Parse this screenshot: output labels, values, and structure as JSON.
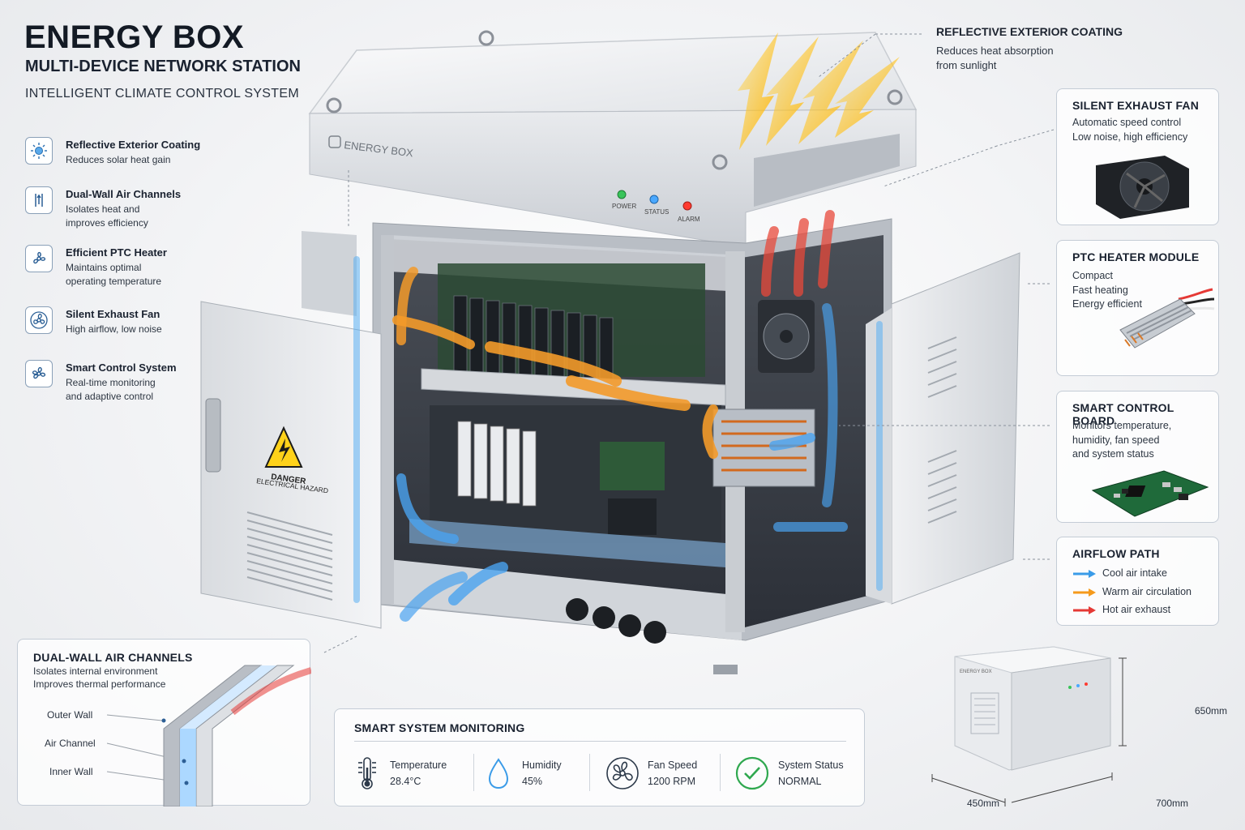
{
  "header": {
    "title": "ENERGY BOX",
    "subtitle": "MULTI-DEVICE NETWORK STATION",
    "tagline": "INTELLIGENT CLIMATE CONTROL SYSTEM"
  },
  "features": [
    {
      "icon": "sun-icon",
      "title": "Reflective Exterior Coating",
      "desc1": "Reduces solar heat gain",
      "desc2": ""
    },
    {
      "icon": "air-channel-icon",
      "title": "Dual-Wall Air Channels",
      "desc1": "Isolates heat and",
      "desc2": "improves efficiency"
    },
    {
      "icon": "heater-icon",
      "title": "Efficient PTC Heater",
      "desc1": "Maintains optimal",
      "desc2": "operating temperature"
    },
    {
      "icon": "fan-icon",
      "title": "Silent Exhaust Fan",
      "desc1": "High airflow, low noise",
      "desc2": ""
    },
    {
      "icon": "control-icon",
      "title": "Smart Control System",
      "desc1": "Real-time monitoring",
      "desc2": "and adaptive control"
    }
  ],
  "reflective": {
    "title": "REFLECTIVE EXTERIOR COATING",
    "desc1": "Reduces heat absorption",
    "desc2": "from sunlight"
  },
  "fan_card": {
    "title": "SILENT EXHAUST FAN",
    "desc1": "Automatic speed control",
    "desc2": "Low noise, high efficiency"
  },
  "ptc_card": {
    "title": "PTC HEATER MODULE",
    "desc1": "Compact",
    "desc2": "Fast heating",
    "desc3": "Energy efficient"
  },
  "board_card": {
    "title": "SMART CONTROL BOARD",
    "desc1": "Monitors temperature,",
    "desc2": "humidity, fan speed",
    "desc3": "and system status"
  },
  "airflow": {
    "title": "AIRFLOW PATH",
    "items": [
      {
        "label": "Cool air intake",
        "color": "#3a9be8"
      },
      {
        "label": "Warm air circulation",
        "color": "#f59a1c"
      },
      {
        "label": "Hot air exhaust",
        "color": "#e53935"
      }
    ]
  },
  "dual_wall": {
    "title": "DUAL-WALL AIR CHANNELS",
    "desc1": "Isolates internal environment",
    "desc2": "Improves thermal performance",
    "outer": "Outer Wall",
    "channel": "Air Channel",
    "inner": "Inner Wall"
  },
  "monitoring": {
    "title": "SMART SYSTEM MONITORING",
    "items": [
      {
        "icon": "thermometer-icon",
        "label": "Temperature",
        "value": "28.4°C"
      },
      {
        "icon": "droplet-icon",
        "label": "Humidity",
        "value": "45%"
      },
      {
        "icon": "fan-icon",
        "label": "Fan Speed",
        "value": "1200 RPM"
      },
      {
        "icon": "check-icon",
        "label": "System Status",
        "value": "NORMAL"
      }
    ]
  },
  "enclosure": {
    "brand": "ENERGY BOX",
    "led_power": "POWER",
    "led_status": "STATUS",
    "led_alarm": "ALARM",
    "warning1": "DANGER",
    "warning2": "ELECTRICAL HAZARD"
  },
  "dimensions": {
    "height": "650mm",
    "width": "450mm",
    "depth": "700mm",
    "brand": "ENERGY BOX"
  },
  "colors": {
    "cool": "#3a9be8",
    "warm": "#f59a1c",
    "hot": "#e53935",
    "ok": "#2fa84f"
  }
}
